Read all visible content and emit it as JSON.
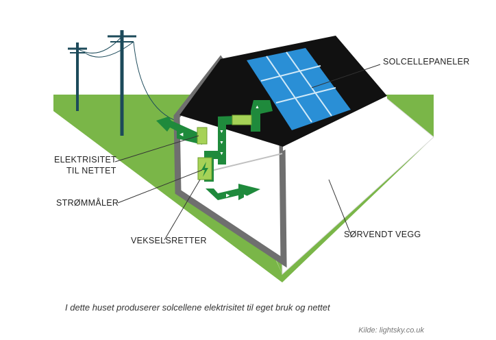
{
  "labels": {
    "panels": "SOLCELLEPANELER",
    "grid_line1": "ELEKTRISITET",
    "grid_line2": "TIL NETTET",
    "meter": "STRØMMÅLER",
    "inverter": "VEKSELSRETTER",
    "wall": "SØRVENDT VEGG"
  },
  "caption": "I dette huset produserer solcellene elektrisitet til eget bruk og nettet",
  "source": "Kilde: lightsky.co.uk",
  "icons": {
    "poles": "power-pole-icon",
    "panel": "solar-panel-icon",
    "inverter": "lightning-bolt-icon"
  },
  "colors": {
    "grass": "#7ab648",
    "panel_blue": "#2a8fd6",
    "roof_black": "#111111",
    "wall_grey": "#6f6f6f",
    "flow_green": "#1f8a3c",
    "device_green": "#a6d257",
    "pole_teal": "#1c4a5a"
  }
}
